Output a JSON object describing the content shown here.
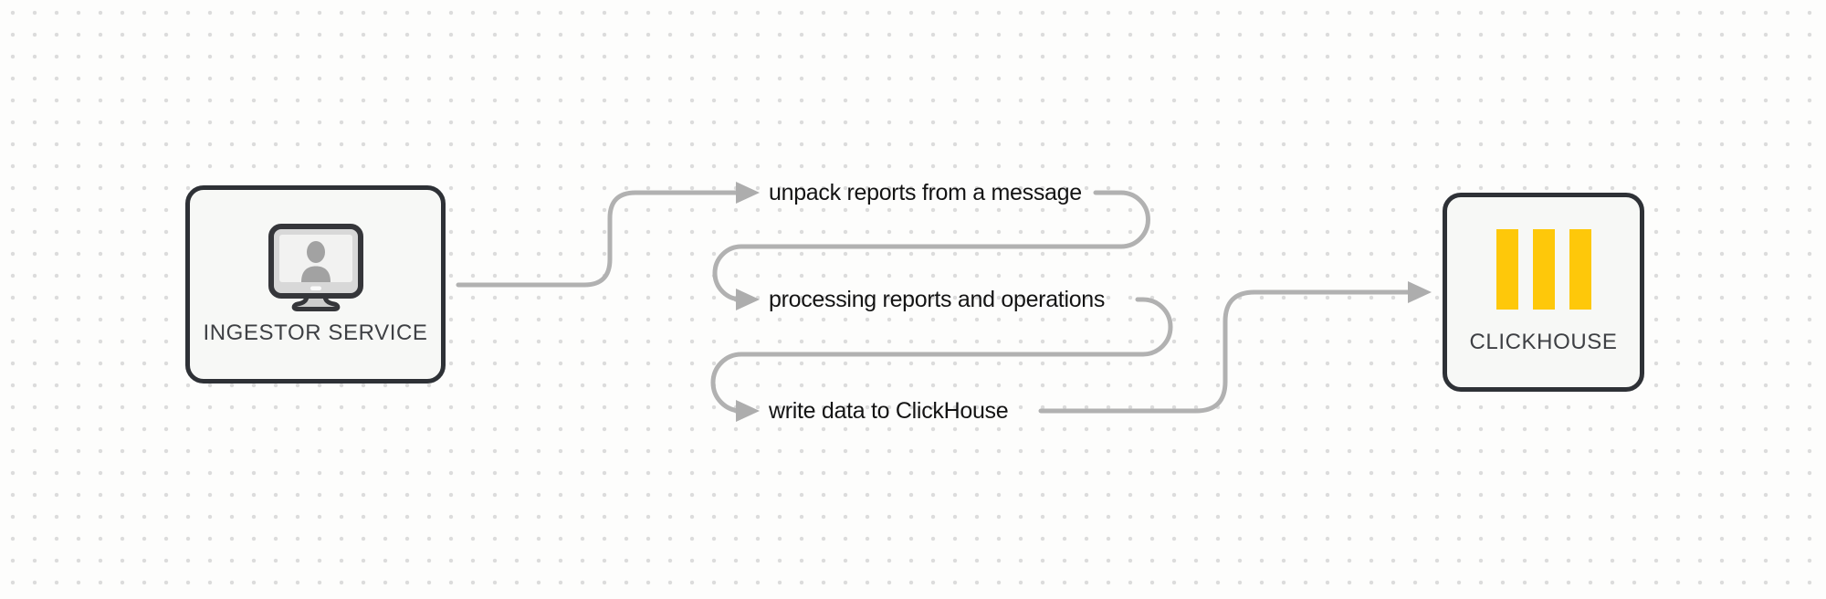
{
  "diagram": {
    "nodes": [
      {
        "id": "ingestor-service",
        "label": "INGESTOR SERVICE",
        "icon": "user-monitor-icon"
      },
      {
        "id": "clickhouse",
        "label": "CLICKHOUSE",
        "icon": "clickhouse-bars-icon"
      }
    ],
    "steps": [
      {
        "label": "unpack reports from a message"
      },
      {
        "label": "processing reports and operations"
      },
      {
        "label": "write data to ClickHouse"
      }
    ],
    "colors": {
      "background": "#fdfdfc",
      "grid_dot": "#dcdcdc",
      "connector": "#b1b1b1",
      "arrowhead": "#adadad",
      "node_border": "#2e3136",
      "node_fill": "#f7f8f6",
      "node_label_text": "#3e4044",
      "step_label_text": "#141414",
      "clickhouse_yellow": "#fec80a",
      "monitor_bezel": "#d8d8d8",
      "monitor_screen": "#f2f2f1",
      "monitor_person": "#a2a2a2"
    }
  }
}
